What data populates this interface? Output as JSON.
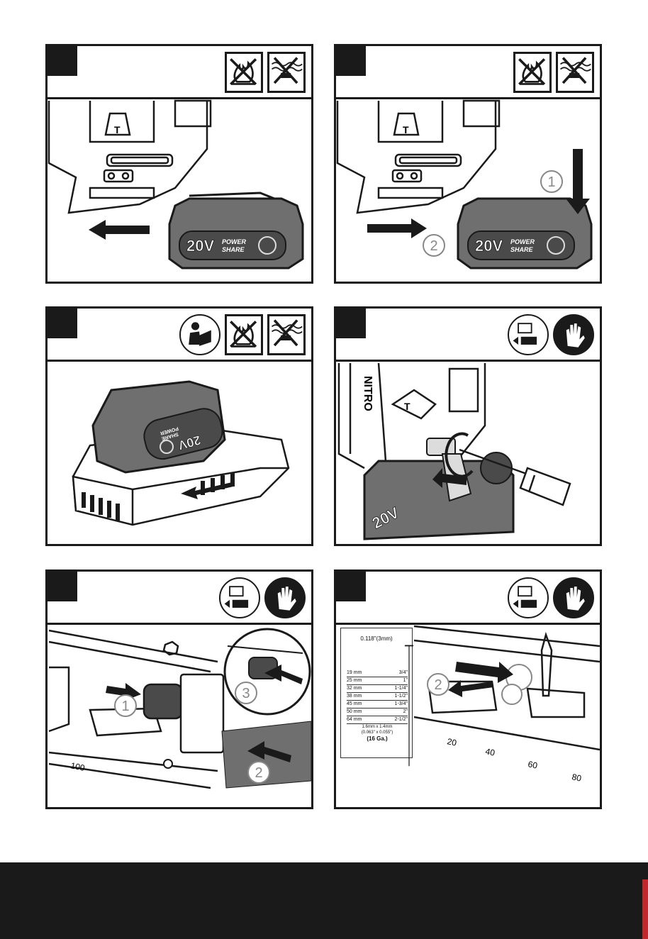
{
  "panels": [
    {
      "id": "remove-battery",
      "icons": [
        "no-fire-icon",
        "no-water-icon"
      ]
    },
    {
      "id": "insert-battery",
      "icons": [
        "no-fire-icon",
        "no-water-icon"
      ],
      "markers": [
        "1",
        "2"
      ]
    },
    {
      "id": "charge-battery",
      "icons": [
        "read-manual-icon",
        "no-fire-icon",
        "no-water-icon"
      ]
    },
    {
      "id": "adjust-belt-hook",
      "icons": [
        "remove-battery-icon",
        "gloves-icon"
      ]
    },
    {
      "id": "open-magazine",
      "icons": [
        "remove-battery-icon",
        "gloves-icon"
      ],
      "markers": [
        "1",
        "2",
        "3"
      ]
    },
    {
      "id": "load-nails",
      "icons": [
        "remove-battery-icon",
        "gloves-icon"
      ],
      "markers": [
        "2"
      ]
    }
  ],
  "battery": {
    "voltage_label": "20V",
    "brand_line1": "POWER",
    "brand_line2": "SHARE"
  },
  "tool": {
    "trigger_mark": "T",
    "brand_text": "NITRO"
  },
  "nail_spec": {
    "head_width": "0.118\"(3mm)",
    "rows": [
      {
        "mm": "19 mm",
        "inch": "3/4\""
      },
      {
        "mm": "25 mm",
        "inch": "1\""
      },
      {
        "mm": "32 mm",
        "inch": "1-1/4\""
      },
      {
        "mm": "38 mm",
        "inch": "1-1/2\""
      },
      {
        "mm": "45 mm",
        "inch": "1-3/4\""
      },
      {
        "mm": "50 mm",
        "inch": "2\""
      },
      {
        "mm": "64 mm",
        "inch": "2-1/2\""
      }
    ],
    "cross_section_mm": "1.6mm x 1.4mm",
    "cross_section_in": "(0.063\" x 0.055\")",
    "gauge": "(16 Ga.)"
  },
  "scale_labels": {
    "panel5": [
      "100"
    ],
    "panel6": [
      "20",
      "40",
      "60",
      "80"
    ]
  },
  "colors": {
    "ink": "#1a1a1a",
    "battery_grey": "#6f6f6f",
    "accent": "#c0282d"
  }
}
